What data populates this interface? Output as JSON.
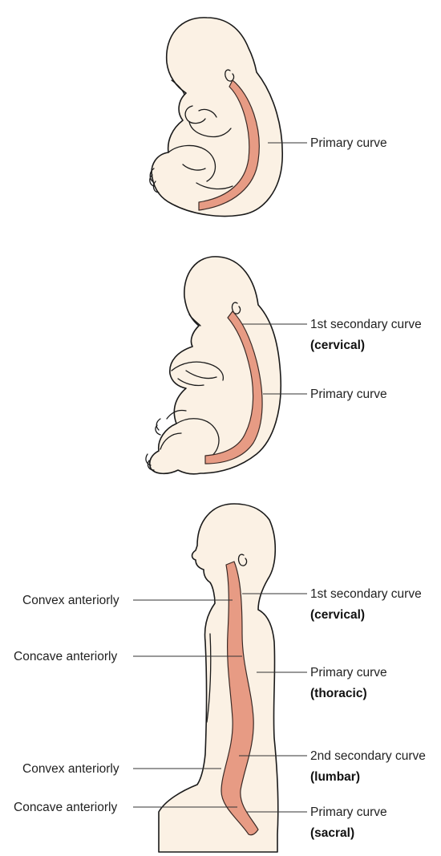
{
  "colors": {
    "skin": "#fbf1e4",
    "outline": "#1a1a1a",
    "spine": "#e79b84",
    "leader_line": "#333333",
    "background": "#ffffff"
  },
  "figures": [
    {
      "name": "fetus",
      "labels": [
        {
          "text": "Primary curve"
        }
      ]
    },
    {
      "name": "infant",
      "labels": [
        {
          "text": "1st secondary curve",
          "sub": "(cervical)"
        },
        {
          "text": "Primary curve"
        }
      ]
    },
    {
      "name": "adult",
      "right_labels": [
        {
          "text": "1st secondary curve",
          "sub": "(cervical)"
        },
        {
          "text": "Primary curve",
          "sub": "(thoracic)"
        },
        {
          "text": "2nd secondary curve",
          "sub": "(lumbar)"
        },
        {
          "text": "Primary curve",
          "sub": "(sacral)"
        }
      ],
      "left_labels": [
        {
          "text": "Convex anteriorly"
        },
        {
          "text": "Concave anteriorly"
        },
        {
          "text": "Convex anteriorly"
        },
        {
          "text": "Concave anteriorly"
        }
      ]
    }
  ]
}
